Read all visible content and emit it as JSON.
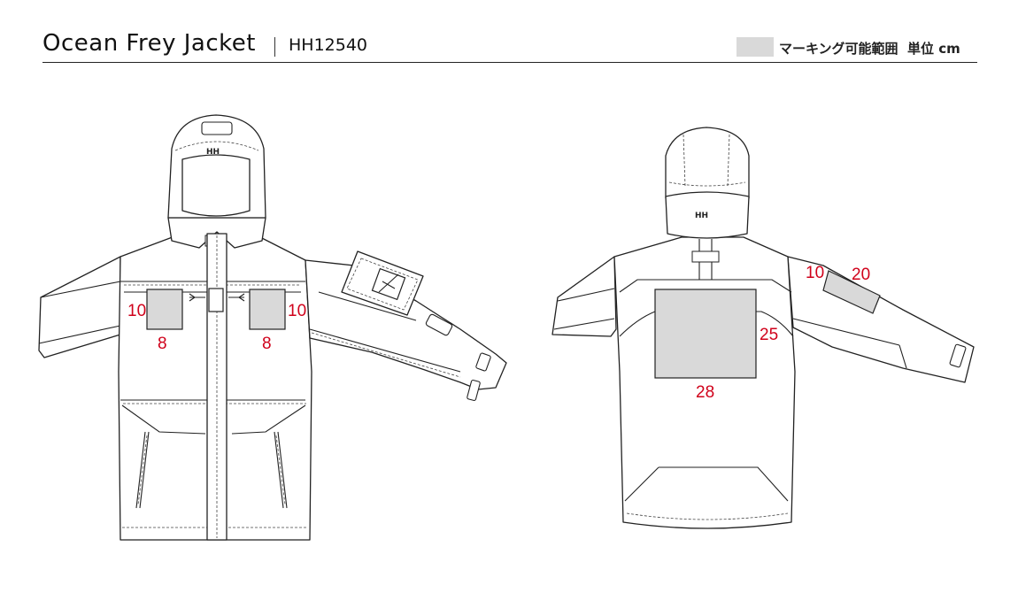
{
  "header": {
    "title": "Ocean Frey Jacket",
    "code": "HH12540",
    "legend_label": "マーキング可能範囲",
    "unit_label": "単位 cm",
    "legend_color": "#d9d9d9"
  },
  "logo": {
    "text": "HH"
  },
  "front": {
    "left_chest": {
      "height": "10",
      "width": "8"
    },
    "right_chest": {
      "height": "10",
      "width": "8"
    }
  },
  "back": {
    "center": {
      "height": "25",
      "width": "28"
    },
    "sleeve": {
      "height": "10",
      "width": "20"
    }
  },
  "colors": {
    "dimension": "#d0021b",
    "zone": "#d9d9d9",
    "line": "#222222"
  }
}
